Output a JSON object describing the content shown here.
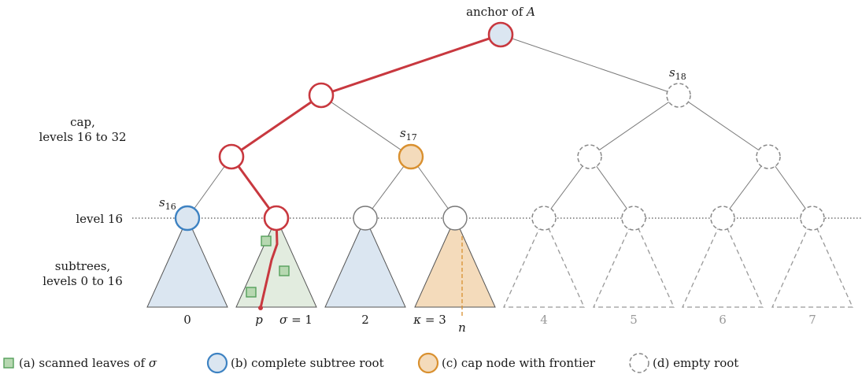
{
  "colors": {
    "red": "#c8383f",
    "blue_fill": "#dbe6f1",
    "blue_stroke": "#3d82c2",
    "green_fill": "#e2ecdf",
    "green_square_fill": "#b7d8b1",
    "green_square_stroke": "#54a05a",
    "orange_fill": "#f4dbbb",
    "orange_stroke": "#d9902f",
    "gray_stroke": "#888888",
    "edge": "#7a7a7a"
  },
  "labels": {
    "anchor": "anchor of",
    "anchor_var": "A",
    "s18": "s",
    "s18_sub": "18",
    "s17": "s",
    "s17_sub": "17",
    "s16": "s",
    "s16_sub": "16",
    "cap_line1": "cap,",
    "cap_line2": "levels 16 to 32",
    "level16": "level 16",
    "subtrees_line1": "subtrees,",
    "subtrees_line2": "levels 0 to 16",
    "p": "p",
    "n": "n"
  },
  "subtrees": [
    {
      "index": "0",
      "kind": "complete"
    },
    {
      "index": "",
      "kind": "scanned",
      "label_sym": "σ",
      "label_eq": " = 1"
    },
    {
      "index": "2",
      "kind": "complete"
    },
    {
      "index": "",
      "kind": "frontier",
      "label_sym": "κ",
      "label_eq": " = 3"
    },
    {
      "index": "4",
      "kind": "empty"
    },
    {
      "index": "5",
      "kind": "empty"
    },
    {
      "index": "6",
      "kind": "empty"
    },
    {
      "index": "7",
      "kind": "empty"
    }
  ],
  "legend": [
    {
      "key": "a",
      "icon": "green-square-icon",
      "text": "(a) scanned leaves of",
      "var": "σ"
    },
    {
      "key": "b",
      "icon": "blue-circle-icon",
      "text": "(b) complete subtree root",
      "var": ""
    },
    {
      "key": "c",
      "icon": "orange-circle-icon",
      "text": "(c) cap node with frontier",
      "var": ""
    },
    {
      "key": "d",
      "icon": "dashed-circle-icon",
      "text": "(d) empty root",
      "var": ""
    }
  ]
}
